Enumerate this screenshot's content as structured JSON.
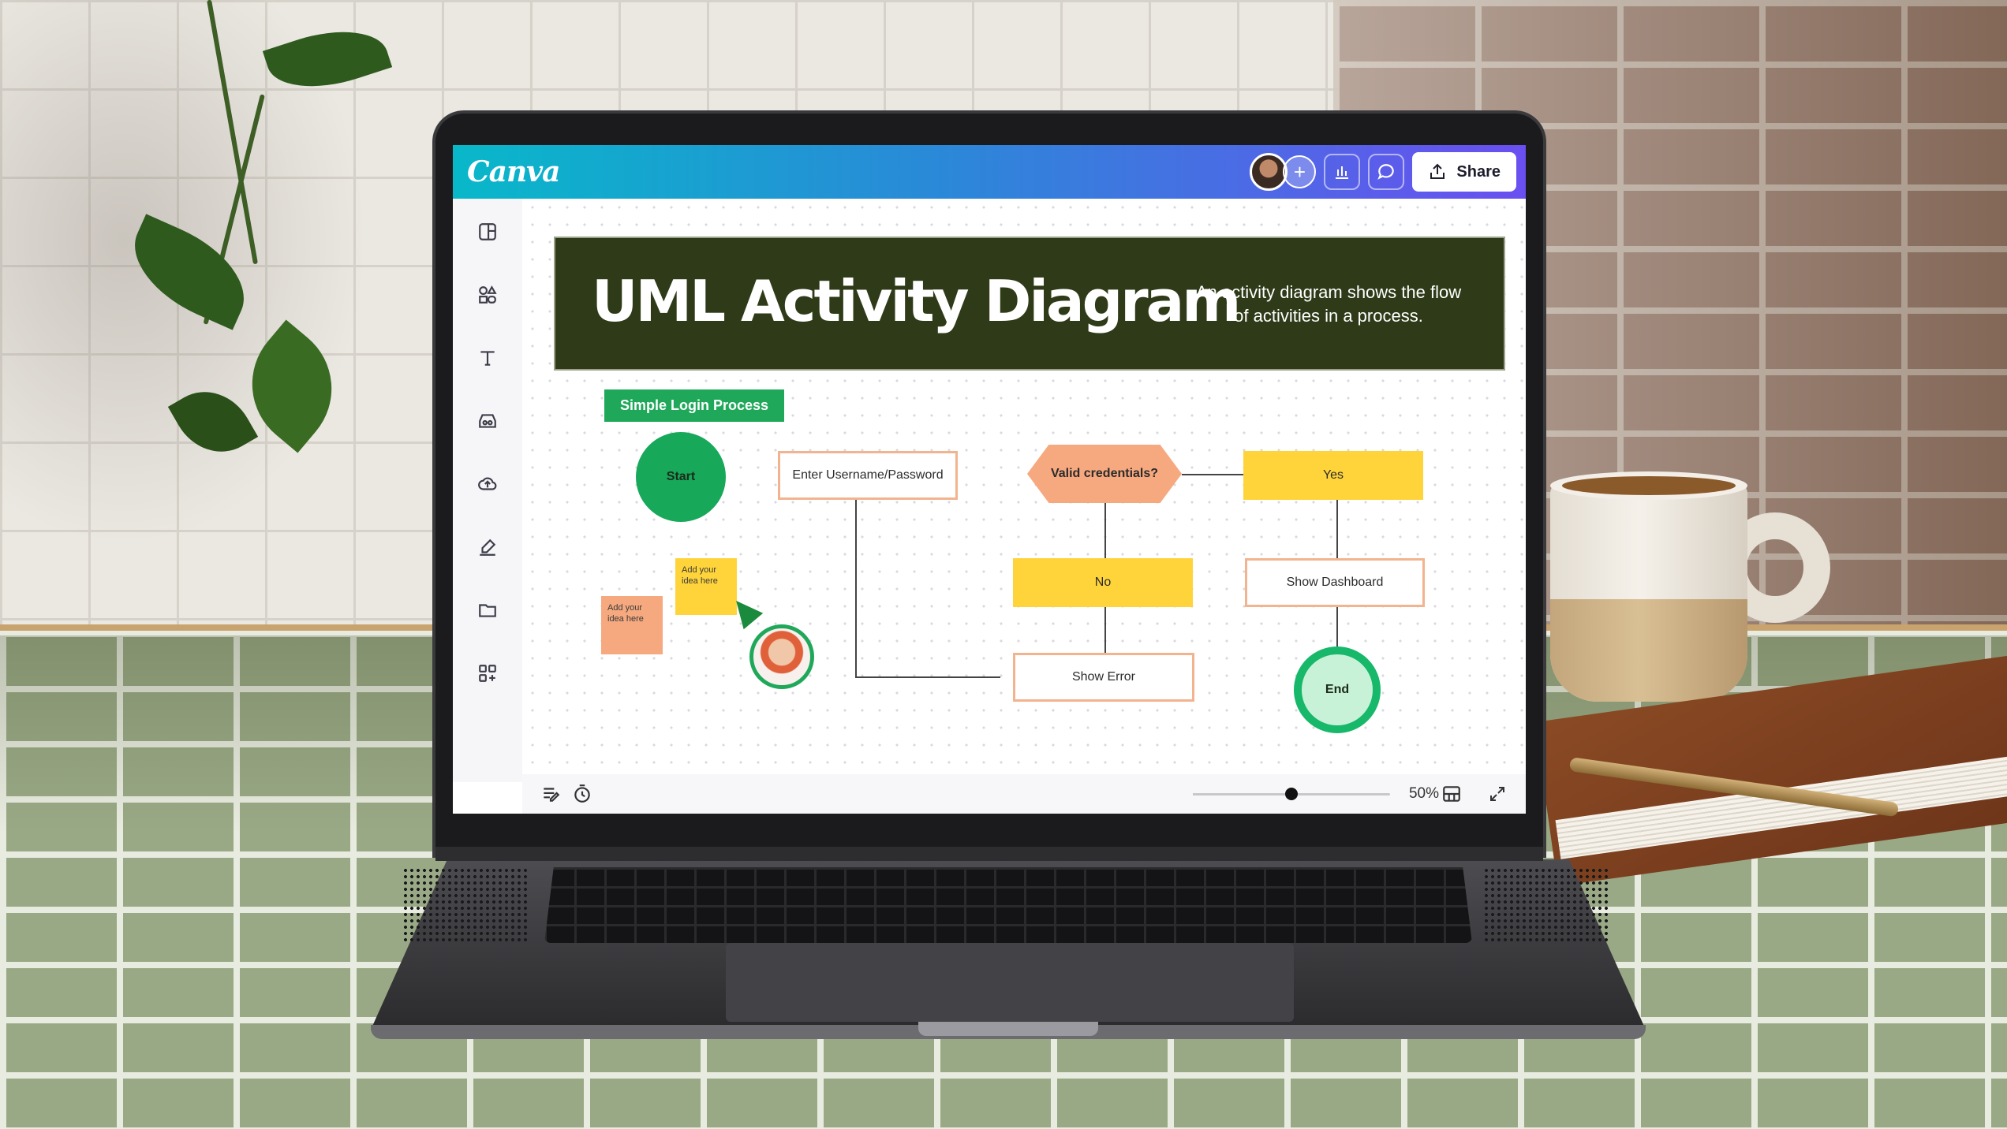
{
  "app": {
    "logo": "Canva",
    "share_label": "Share"
  },
  "topbar": {
    "icons": [
      "avatar",
      "plus-icon",
      "analytics-icon",
      "comment-icon",
      "share-icon"
    ]
  },
  "sidebar": {
    "items": [
      {
        "icon": "design-icon"
      },
      {
        "icon": "elements-icon"
      },
      {
        "icon": "text-icon"
      },
      {
        "icon": "brand-icon"
      },
      {
        "icon": "uploads-icon"
      },
      {
        "icon": "draw-icon"
      },
      {
        "icon": "projects-icon"
      },
      {
        "icon": "apps-icon"
      }
    ]
  },
  "board": {
    "title": "UML Activity Diagram",
    "subtitle": "An activity diagram shows the flow of activities in a process.",
    "tag": "Simple Login Process",
    "nodes": {
      "start": "Start",
      "enter_credentials": "Enter Username/Password",
      "valid_credentials": "Valid credentials?",
      "yes": "Yes",
      "no": "No",
      "show_dashboard": "Show Dashboard",
      "show_error": "Show Error",
      "end": "End"
    },
    "stickies": {
      "yellow": "Add your idea here",
      "orange": "Add your idea here"
    }
  },
  "bottom_bar": {
    "zoom_label": "50%",
    "zoom_level": 0.5,
    "icons": [
      "notes-icon",
      "timer-icon",
      "grid-view-icon",
      "fullscreen-icon"
    ]
  },
  "colors": {
    "topbar_start": "#08b8c9",
    "topbar_end": "#6a4ff0",
    "banner": "#2f3b18",
    "green": "#17a85a",
    "yellow": "#ffd43b",
    "salmon": "#f6a97f"
  }
}
